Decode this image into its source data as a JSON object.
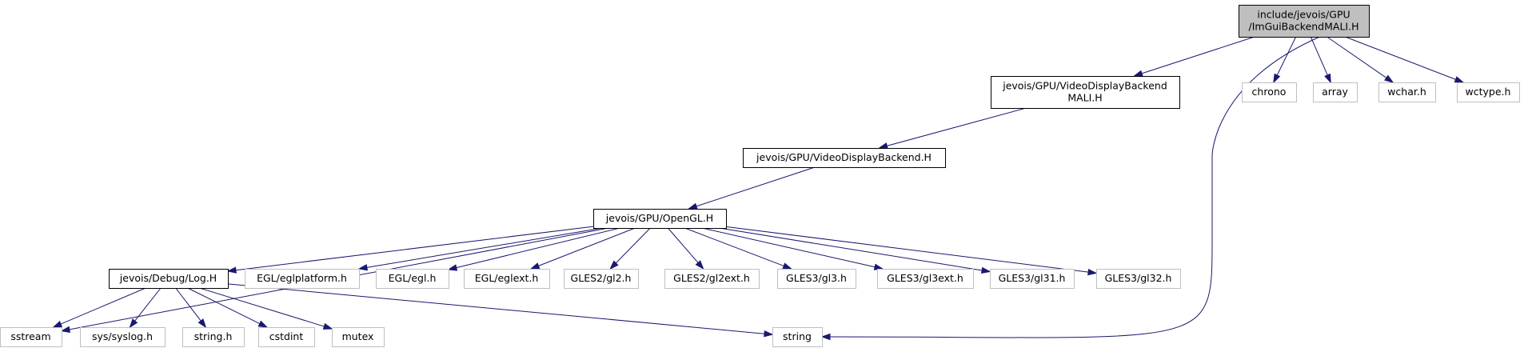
{
  "colors": {
    "edge": "#191970",
    "root_fill": "#bfbfbf",
    "root_stroke": "#000000",
    "doc_stroke": "#000000",
    "ext_stroke": "#bfbfbf",
    "label": "#000000"
  },
  "nodes": [
    {
      "id": "root",
      "kind": "root",
      "lines": [
        "include/jevois/GPU",
        "/ImGuiBackendMALI.H"
      ]
    },
    {
      "id": "vdbmali",
      "kind": "doc",
      "lines": [
        "jevois/GPU/VideoDisplayBackend",
        "MALI.H"
      ]
    },
    {
      "id": "chrono",
      "kind": "ext",
      "lines": [
        "chrono"
      ]
    },
    {
      "id": "array",
      "kind": "ext",
      "lines": [
        "array"
      ]
    },
    {
      "id": "wchar",
      "kind": "ext",
      "lines": [
        "wchar.h"
      ]
    },
    {
      "id": "wctype",
      "kind": "ext",
      "lines": [
        "wctype.h"
      ]
    },
    {
      "id": "vdb",
      "kind": "doc",
      "lines": [
        "jevois/GPU/VideoDisplayBackend.H"
      ]
    },
    {
      "id": "opengl",
      "kind": "doc",
      "lines": [
        "jevois/GPU/OpenGL.H"
      ]
    },
    {
      "id": "log",
      "kind": "doc",
      "lines": [
        "jevois/Debug/Log.H"
      ]
    },
    {
      "id": "eglplatform",
      "kind": "ext",
      "lines": [
        "EGL/eglplatform.h"
      ]
    },
    {
      "id": "egl",
      "kind": "ext",
      "lines": [
        "EGL/egl.h"
      ]
    },
    {
      "id": "eglext",
      "kind": "ext",
      "lines": [
        "EGL/eglext.h"
      ]
    },
    {
      "id": "gl2",
      "kind": "ext",
      "lines": [
        "GLES2/gl2.h"
      ]
    },
    {
      "id": "gl2ext",
      "kind": "ext",
      "lines": [
        "GLES2/gl2ext.h"
      ]
    },
    {
      "id": "gl3",
      "kind": "ext",
      "lines": [
        "GLES3/gl3.h"
      ]
    },
    {
      "id": "gl3ext",
      "kind": "ext",
      "lines": [
        "GLES3/gl3ext.h"
      ]
    },
    {
      "id": "gl31",
      "kind": "ext",
      "lines": [
        "GLES3/gl31.h"
      ]
    },
    {
      "id": "gl32",
      "kind": "ext",
      "lines": [
        "GLES3/gl32.h"
      ]
    },
    {
      "id": "sstream",
      "kind": "ext",
      "lines": [
        "sstream"
      ]
    },
    {
      "id": "syslog",
      "kind": "ext",
      "lines": [
        "sys/syslog.h"
      ]
    },
    {
      "id": "stringh",
      "kind": "ext",
      "lines": [
        "string.h"
      ]
    },
    {
      "id": "cstdint",
      "kind": "ext",
      "lines": [
        "cstdint"
      ]
    },
    {
      "id": "mutex",
      "kind": "ext",
      "lines": [
        "mutex"
      ]
    },
    {
      "id": "string",
      "kind": "ext",
      "lines": [
        "string"
      ]
    }
  ],
  "edges": [
    {
      "from": "root",
      "to": "vdbmali"
    },
    {
      "from": "root",
      "to": "string"
    },
    {
      "from": "root",
      "to": "chrono"
    },
    {
      "from": "root",
      "to": "array"
    },
    {
      "from": "root",
      "to": "wchar"
    },
    {
      "from": "root",
      "to": "wctype"
    },
    {
      "from": "vdbmali",
      "to": "vdb"
    },
    {
      "from": "vdb",
      "to": "opengl"
    },
    {
      "from": "opengl",
      "to": "sstream"
    },
    {
      "from": "opengl",
      "to": "log"
    },
    {
      "from": "opengl",
      "to": "eglplatform"
    },
    {
      "from": "opengl",
      "to": "egl"
    },
    {
      "from": "opengl",
      "to": "eglext"
    },
    {
      "from": "opengl",
      "to": "gl2"
    },
    {
      "from": "opengl",
      "to": "gl2ext"
    },
    {
      "from": "opengl",
      "to": "gl3"
    },
    {
      "from": "opengl",
      "to": "gl3ext"
    },
    {
      "from": "opengl",
      "to": "gl31"
    },
    {
      "from": "opengl",
      "to": "gl32"
    },
    {
      "from": "log",
      "to": "sstream"
    },
    {
      "from": "log",
      "to": "syslog"
    },
    {
      "from": "log",
      "to": "stringh"
    },
    {
      "from": "log",
      "to": "cstdint"
    },
    {
      "from": "log",
      "to": "mutex"
    },
    {
      "from": "log",
      "to": "string"
    }
  ]
}
